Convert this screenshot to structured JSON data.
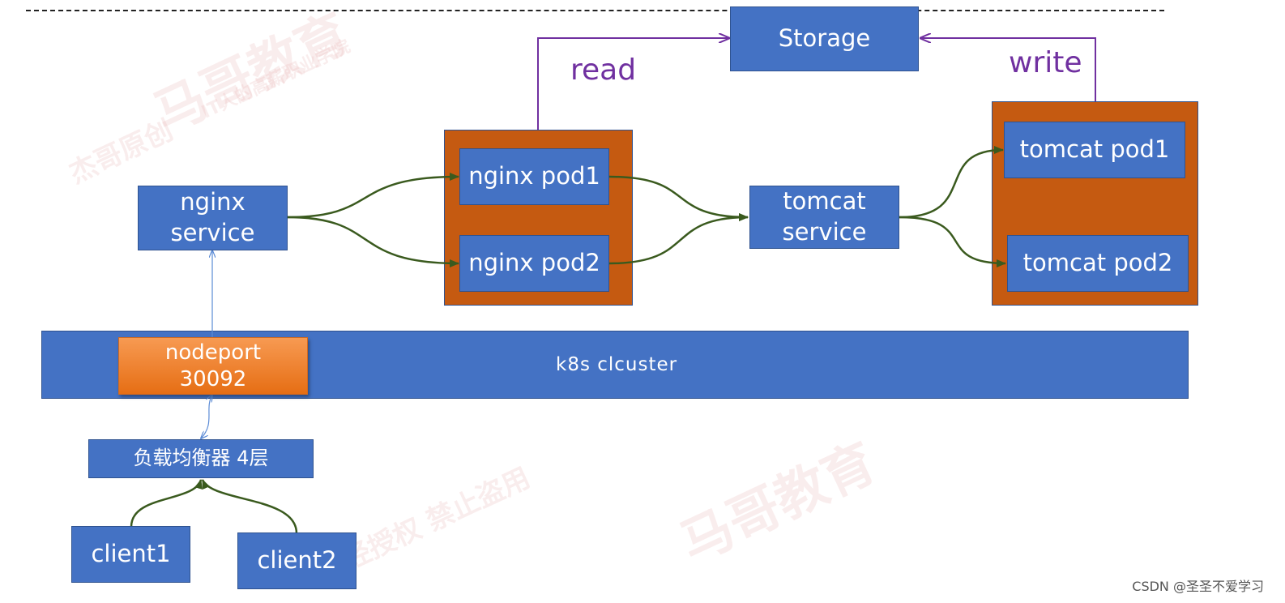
{
  "diagram": {
    "nodes": {
      "nginx_service": "nginx\nservice",
      "nginx_pod1": "nginx pod1",
      "nginx_pod2": "nginx pod2",
      "tomcat_service": "tomcat\nservice",
      "tomcat_pod1": "tomcat pod1",
      "tomcat_pod2": "tomcat pod2",
      "storage": "Storage",
      "load_balancer": "负载均衡器 4层",
      "client1": "client1",
      "client2": "client2"
    },
    "cluster_label": "k8s clcuster",
    "nodeport": {
      "label": "nodeport",
      "port": "30092"
    },
    "edge_labels": {
      "read": "read",
      "write": "write"
    },
    "edges": [
      {
        "from": "client1",
        "to": "load_balancer"
      },
      {
        "from": "client2",
        "to": "load_balancer"
      },
      {
        "from": "load_balancer",
        "to": "nodeport",
        "bidirectional": true
      },
      {
        "from": "nodeport",
        "to": "nginx_service"
      },
      {
        "from": "nginx_service",
        "to": "nginx_pod1"
      },
      {
        "from": "nginx_service",
        "to": "nginx_pod2"
      },
      {
        "from": "nginx_pod1",
        "to": "tomcat_service"
      },
      {
        "from": "nginx_pod2",
        "to": "tomcat_service"
      },
      {
        "from": "tomcat_service",
        "to": "tomcat_pod1"
      },
      {
        "from": "tomcat_service",
        "to": "tomcat_pod2"
      },
      {
        "from": "nginx_pods",
        "to": "storage",
        "label": "read"
      },
      {
        "from": "tomcat_pods",
        "to": "storage",
        "label": "write"
      }
    ]
  },
  "watermark": {
    "brand": "马哥教育",
    "tagline": "IT人的高薪职业学院",
    "notice1": "未经授权 禁止盗用",
    "notice2": "杰哥原创"
  },
  "credit": "CSDN @圣圣不爱学习",
  "colors": {
    "box_fill": "#4472c4",
    "group_fill": "#c55a11",
    "nodeport_fill": "#f08a3c",
    "arrow_green": "#3a5a1e",
    "arrow_purple": "#7030a0",
    "arrow_blue": "#5b8bd6"
  }
}
